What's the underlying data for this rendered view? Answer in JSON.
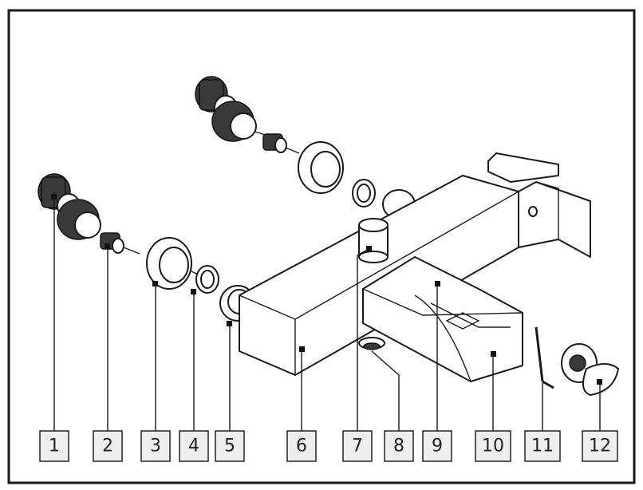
{
  "labels": [
    {
      "id": "1",
      "text": "1"
    },
    {
      "id": "2",
      "text": "2"
    },
    {
      "id": "3",
      "text": "3"
    },
    {
      "id": "4",
      "text": "4"
    },
    {
      "id": "5",
      "text": "5"
    },
    {
      "id": "6",
      "text": "6"
    },
    {
      "id": "7",
      "text": "7"
    },
    {
      "id": "8",
      "text": "8"
    },
    {
      "id": "9",
      "text": "9"
    },
    {
      "id": "10",
      "text": "10"
    },
    {
      "id": "11",
      "text": "11"
    },
    {
      "id": "12",
      "text": "12"
    }
  ],
  "colors": {
    "line": "#1a1a1a",
    "label_fill": "#eeeeee",
    "knurl": "#3a3a3a"
  }
}
